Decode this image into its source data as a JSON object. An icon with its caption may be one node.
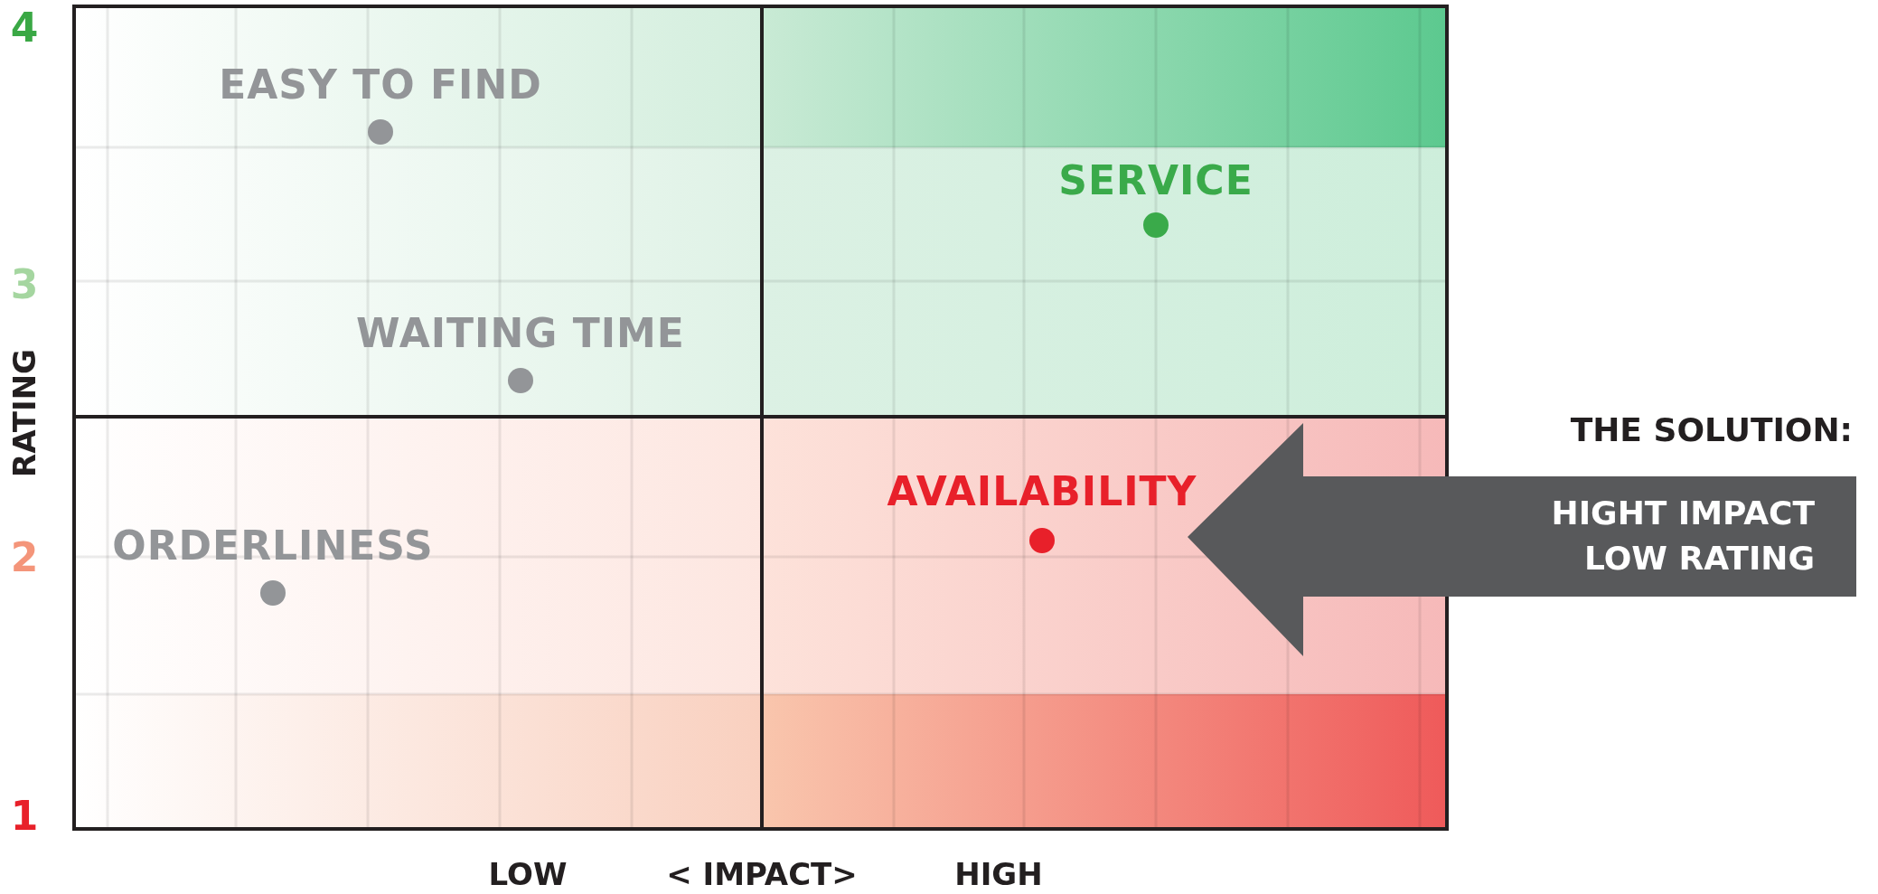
{
  "diagram": {
    "nodes": [
      {
        "text": [
          "THE SOLUTION:",
          "HIGHT IMPACT LOW RATING"
        ]
      }
    ],
    "labels": [
      "4",
      "3",
      "RATING",
      "2",
      "1",
      "EASY TO FIND",
      "SERVICE",
      "WAITING TIME",
      "AVAILABILITY",
      "ORDERLINESS",
      "LOW",
      "< IMPACT>",
      "HIGH"
    ]
  }
}
